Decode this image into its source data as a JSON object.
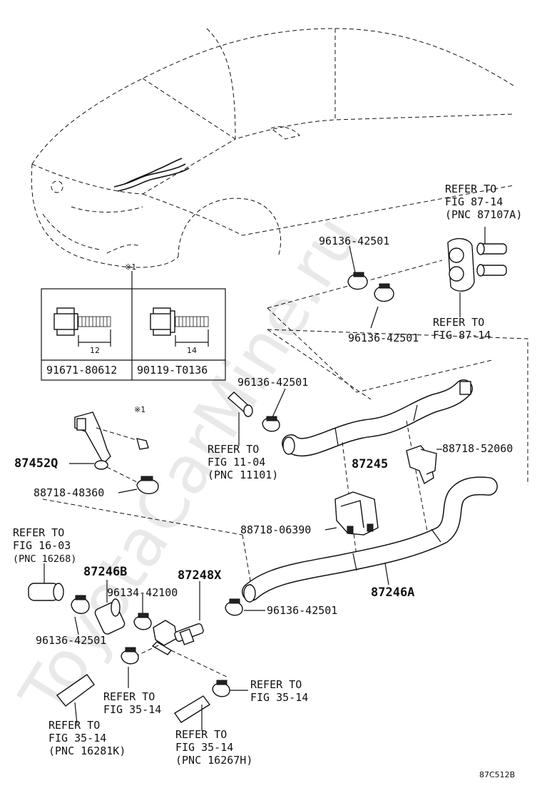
{
  "diagram_code": "87C512B",
  "watermark": "ToyotaCarMine.ru",
  "note_mark": "※1",
  "bolts": [
    {
      "part_no": "91671-80612",
      "length": "12"
    },
    {
      "part_no": "90119-T0136",
      "length": "14"
    }
  ],
  "labels": {
    "l1": "96136-42501",
    "l2": "96136-42501",
    "l3": "96136-42501",
    "l4": "96136-42501",
    "l5": "96136-42501",
    "l6": "87452Q",
    "l7": "88718-48360",
    "l8": "87245",
    "l9": "88718-52060",
    "l10": "88718-06390",
    "l11": "87246B",
    "l12": "87248X",
    "l13": "96134-42100",
    "l14": "87246A"
  },
  "refs": {
    "r1": [
      "REFER TO",
      "FIG 87-14",
      "(PNC 87107A)"
    ],
    "r2": [
      "REFER TO",
      "FIG 87-14"
    ],
    "r3": [
      "REFER TO",
      "FIG 11-04",
      "(PNC 11101)"
    ],
    "r4": [
      "REFER TO",
      "FIG 16-03",
      "(PNC 16268)"
    ],
    "r5": [
      "REFER TO",
      "FIG 35-14"
    ],
    "r6": [
      "REFER TO",
      "FIG 35-14"
    ],
    "r7": [
      "REFER TO",
      "FIG 35-14",
      "(PNC 16281K)"
    ],
    "r8": [
      "REFER TO",
      "FIG 35-14",
      "(PNC 16267H)"
    ]
  }
}
